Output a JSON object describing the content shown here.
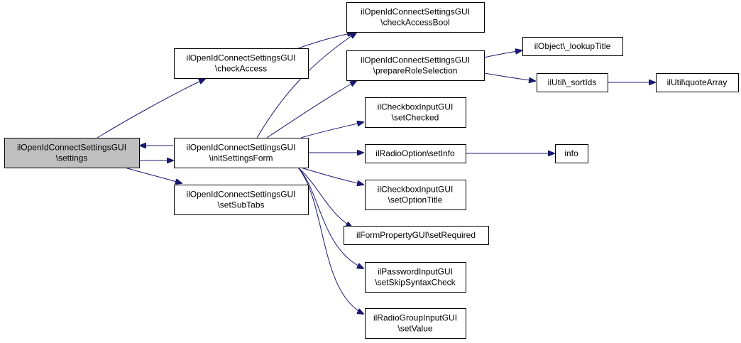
{
  "colors": {
    "edge": "#191970",
    "node_border": "#000000",
    "node_fill": "#ffffff",
    "root_fill": "#bfbfbf",
    "background": "#ffffff"
  },
  "nodes": {
    "settings": [
      "ilOpenIdConnectSettingsGUI",
      "\\settings"
    ],
    "checkAccess": [
      "ilOpenIdConnectSettingsGUI",
      "\\checkAccess"
    ],
    "initSettingsForm": [
      "ilOpenIdConnectSettingsGUI",
      "\\initSettingsForm"
    ],
    "setSubTabs": [
      "ilOpenIdConnectSettingsGUI",
      "\\setSubTabs"
    ],
    "checkAccessBool": [
      "ilOpenIdConnectSettingsGUI",
      "\\checkAccessBool"
    ],
    "prepareRoleSelection": [
      "ilOpenIdConnectSettingsGUI",
      "\\prepareRoleSelection"
    ],
    "cbSetChecked": [
      "ilCheckboxInputGUI",
      "\\setChecked"
    ],
    "radioSetInfo": [
      "ilRadioOption\\setInfo"
    ],
    "cbSetOptionTitle": [
      "ilCheckboxInputGUI",
      "\\setOptionTitle"
    ],
    "setRequired": [
      "ilFormPropertyGUI\\setRequired"
    ],
    "pwSkipSyntax": [
      "ilPasswordInputGUI",
      "\\setSkipSyntaxCheck"
    ],
    "radioGroupSetValue": [
      "ilRadioGroupInputGUI",
      "\\setValue"
    ],
    "lookupTitle": [
      "ilObject\\_lookupTitle"
    ],
    "sortIds": [
      "ilUtil\\_sortIds"
    ],
    "quoteArray": [
      "ilUtil\\quoteArray"
    ],
    "info": [
      "info"
    ]
  },
  "edges": [
    [
      "settings",
      "checkAccess"
    ],
    [
      "settings",
      "initSettingsForm"
    ],
    [
      "settings",
      "setSubTabs"
    ],
    [
      "checkAccess",
      "checkAccessBool"
    ],
    [
      "initSettingsForm",
      "settings"
    ],
    [
      "initSettingsForm",
      "checkAccessBool"
    ],
    [
      "initSettingsForm",
      "prepareRoleSelection"
    ],
    [
      "initSettingsForm",
      "cbSetChecked"
    ],
    [
      "initSettingsForm",
      "radioSetInfo"
    ],
    [
      "initSettingsForm",
      "cbSetOptionTitle"
    ],
    [
      "initSettingsForm",
      "setRequired"
    ],
    [
      "initSettingsForm",
      "pwSkipSyntax"
    ],
    [
      "initSettingsForm",
      "radioGroupSetValue"
    ],
    [
      "prepareRoleSelection",
      "lookupTitle"
    ],
    [
      "prepareRoleSelection",
      "sortIds"
    ],
    [
      "sortIds",
      "quoteArray"
    ],
    [
      "radioSetInfo",
      "info"
    ]
  ]
}
